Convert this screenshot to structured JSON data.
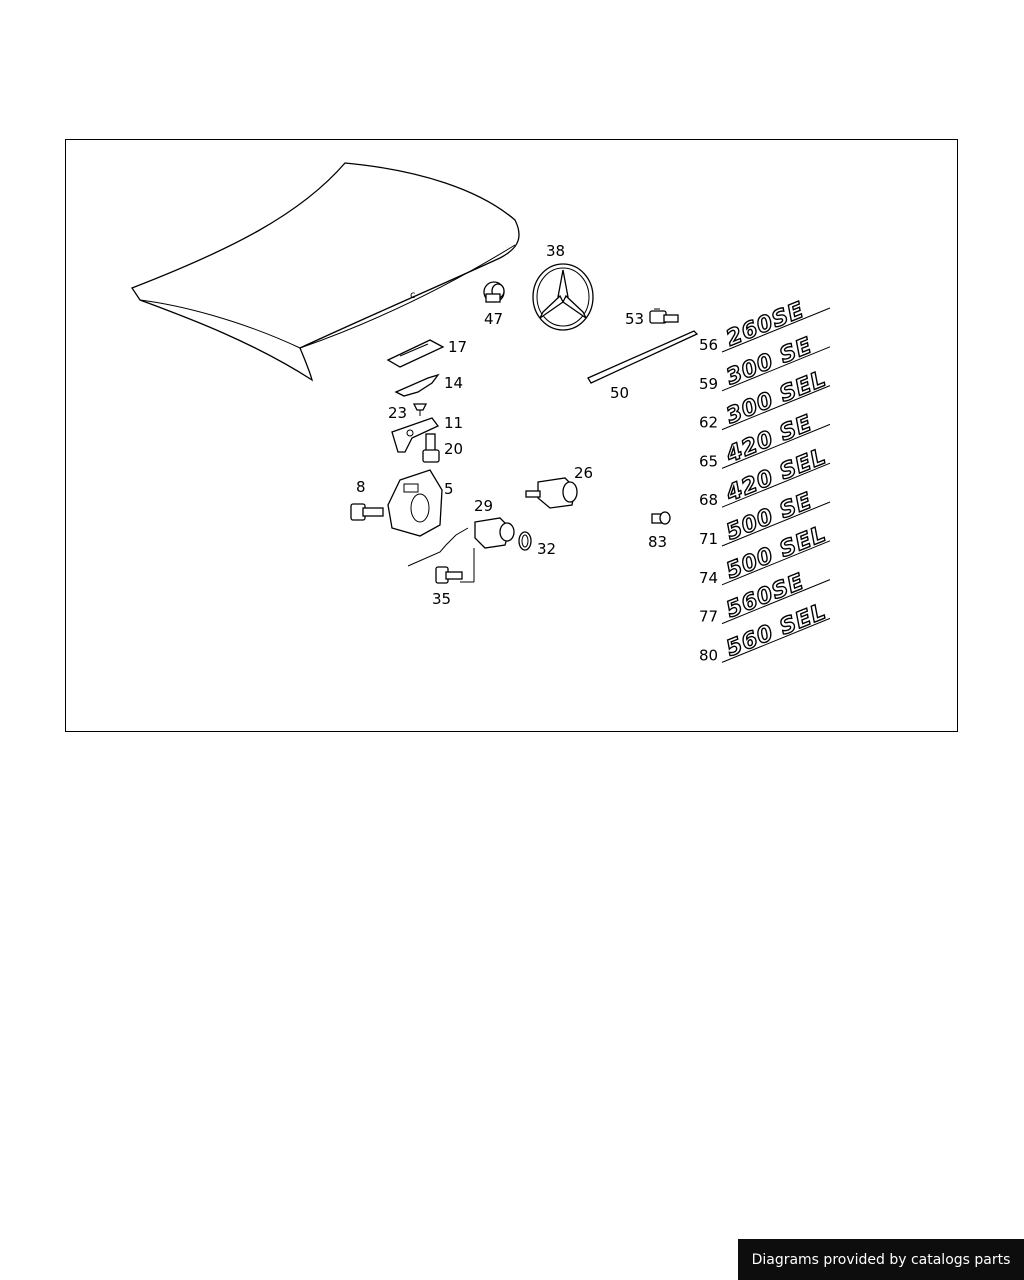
{
  "diagram": {
    "callouts": {
      "c5": "5",
      "c8": "8",
      "c11": "11",
      "c14": "14",
      "c17": "17",
      "c20": "20",
      "c23": "23",
      "c26": "26",
      "c29": "29",
      "c32": "32",
      "c35": "35",
      "c38": "38",
      "c47": "47",
      "c50": "50",
      "c53": "53",
      "c83": "83"
    },
    "badges": [
      {
        "callout": "56",
        "text": "260SE"
      },
      {
        "callout": "59",
        "text": "300 SE"
      },
      {
        "callout": "62",
        "text": "300 SEL"
      },
      {
        "callout": "65",
        "text": "420 SE"
      },
      {
        "callout": "68",
        "text": "420 SEL"
      },
      {
        "callout": "71",
        "text": "500 SE"
      },
      {
        "callout": "74",
        "text": "500 SEL"
      },
      {
        "callout": "77",
        "text": "560SE"
      },
      {
        "callout": "80",
        "text": "560 SEL"
      }
    ]
  },
  "footer": {
    "text": "Diagrams provided by catalogs parts"
  }
}
